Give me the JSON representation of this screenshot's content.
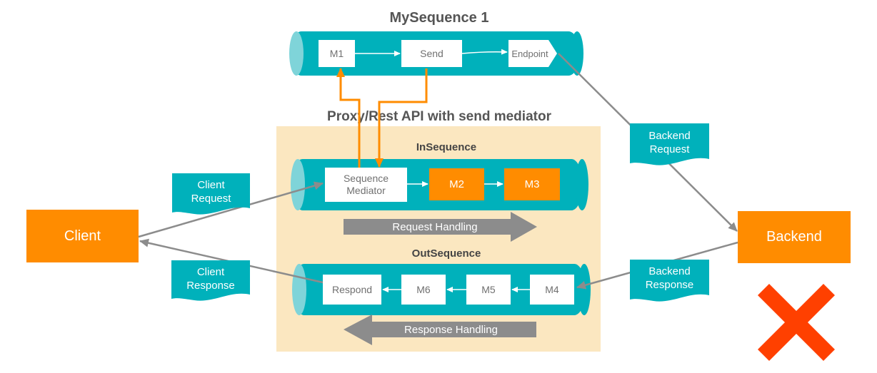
{
  "diagram": {
    "sequence_title": "MySequence 1",
    "proxy_title": "Proxy/Rest API with send mediator",
    "in_sequence_label": "InSequence",
    "out_sequence_label": "OutSequence",
    "mysequence_nodes": {
      "m1": "M1",
      "send": "Send",
      "endpoint": "Endpoint"
    },
    "in_nodes": {
      "sequence_mediator_line1": "Sequence",
      "sequence_mediator_line2": "Mediator",
      "m2": "M2",
      "m3": "M3"
    },
    "out_nodes": {
      "respond": "Respond",
      "m6": "M6",
      "m5": "M5",
      "m4": "M4"
    },
    "client": "Client",
    "backend": "Backend",
    "client_request": {
      "line1": "Client",
      "line2": "Request"
    },
    "client_response": {
      "line1": "Client",
      "line2": "Response"
    },
    "backend_request": {
      "line1": "Backend",
      "line2": "Request"
    },
    "backend_response": {
      "line1": "Backend",
      "line2": "Response"
    },
    "request_handling": "Request Handling",
    "response_handling": "Response Handling",
    "colors": {
      "teal": "#00b1bb",
      "orange": "#ff8c00",
      "proxy_background": "#fbe7c0",
      "gray_arrow": "#8c8c8c",
      "red_cross": "#ff4000"
    },
    "status_icon": "red-cross-icon"
  }
}
